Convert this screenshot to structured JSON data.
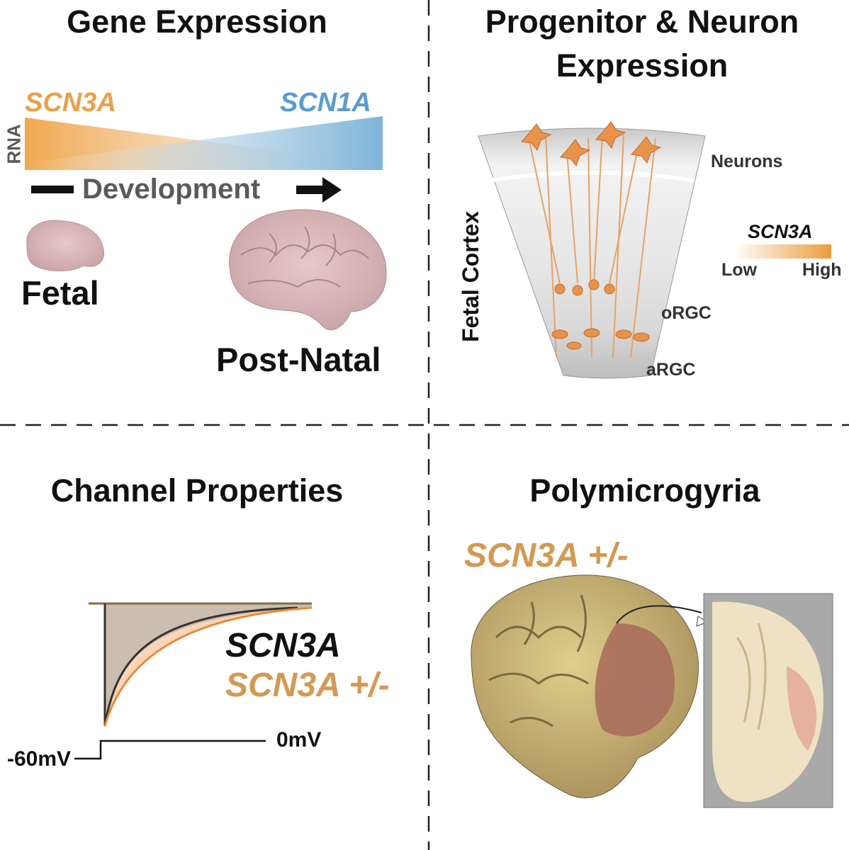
{
  "panels": {
    "gene_expression": {
      "title": "Gene Expression",
      "gene_left": "SCN3A",
      "gene_right": "SCN1A",
      "axis_label": "RNA",
      "development_label": "Development",
      "fetal_label": "Fetal",
      "postnatal_label": "Post-Natal"
    },
    "progenitor": {
      "title_line1": "Progenitor & Neuron",
      "title_line2": "Expression",
      "side_label": "Fetal Cortex",
      "neurons_label": "Neurons",
      "orgc_label": "oRGC",
      "argc_label": "aRGC",
      "legend_title": "SCN3A",
      "legend_low": "Low",
      "legend_high": "High"
    },
    "channel": {
      "title": "Channel Properties",
      "legend_wt": "SCN3A",
      "legend_mut": "SCN3A +/-",
      "holding_label": "-60mV",
      "step_label": "0mV"
    },
    "polymicrogyria": {
      "title": "Polymicrogyria",
      "genotype": "SCN3A +/-"
    }
  },
  "colors": {
    "orange": "#e8a24a",
    "orange_text": "#d39a55",
    "blue": "#5b9bd0",
    "gray_text": "#5a5a5a"
  }
}
